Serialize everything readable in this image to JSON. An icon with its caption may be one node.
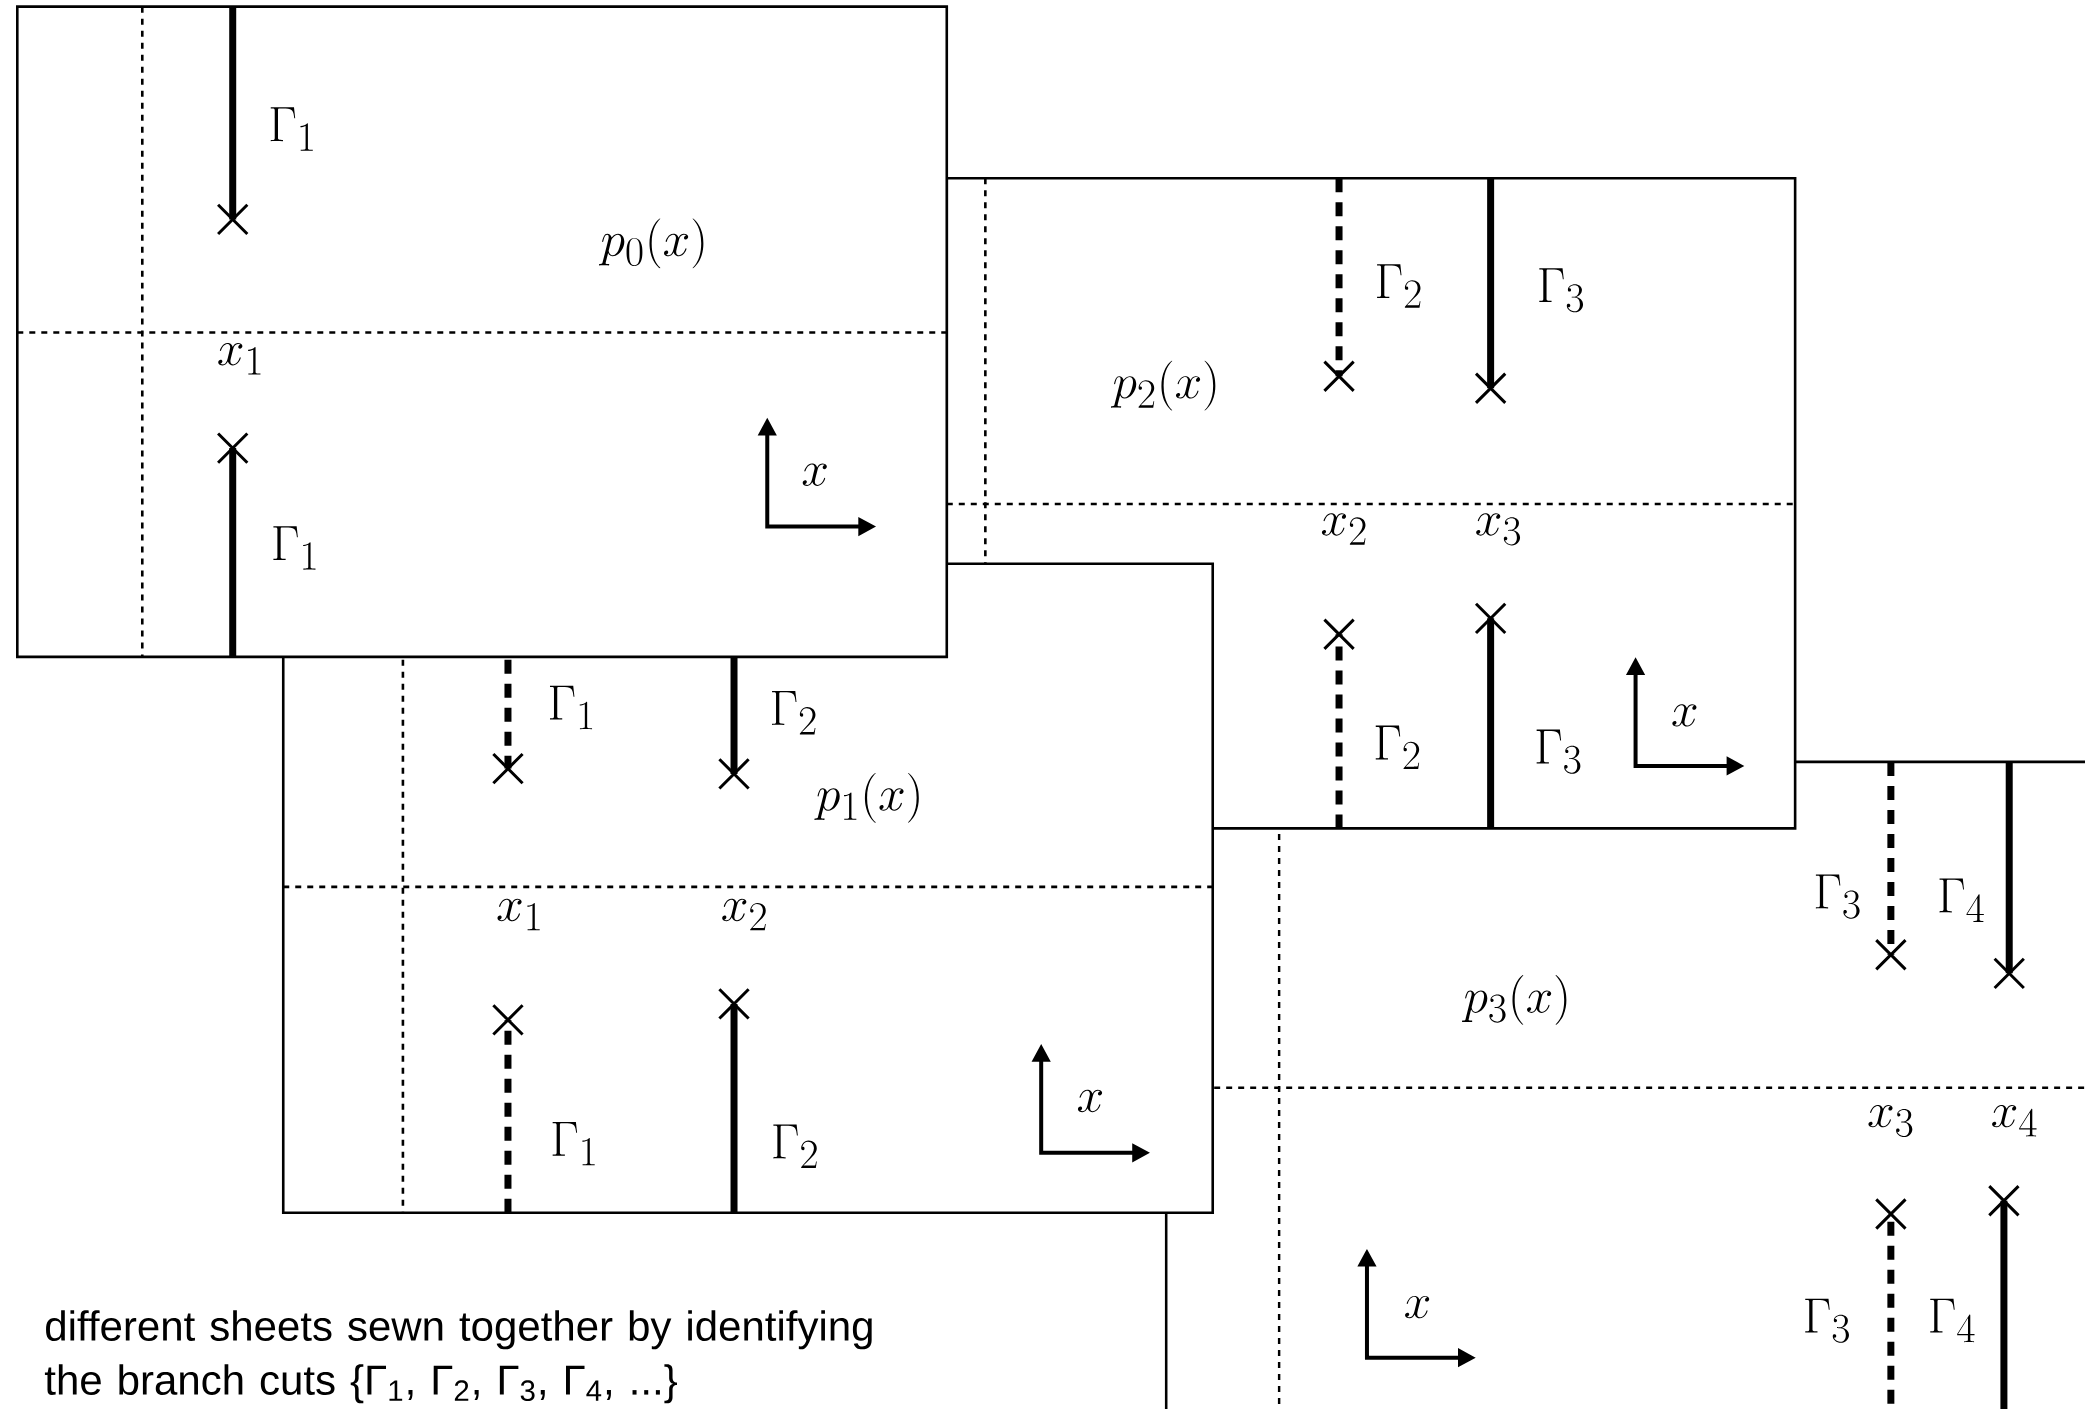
{
  "diagram": {
    "caption": "different sheets sewn together by identifying the branch cuts {Γ$_{1}$, Γ$_{2}$, Γ$_{3}$, Γ$_{4}$, ...}",
    "nodes": [
      {
        "text": [
          "p_0(x)"
        ]
      },
      {
        "text": [
          "p_1(x)"
        ]
      },
      {
        "text": [
          "p_2(x)"
        ]
      },
      {
        "text": [
          "p_3(x)"
        ]
      }
    ],
    "labels": [
      "\\Gamma_1",
      "x_1",
      "\\Gamma_1",
      "x",
      "\\Gamma_1",
      "\\Gamma_2",
      "x_1",
      "x_2",
      "\\Gamma_1",
      "\\Gamma_2",
      "x",
      "\\Gamma_2",
      "\\Gamma_3",
      "x_2",
      "x_3",
      "\\Gamma_2",
      "\\Gamma_3",
      "x",
      "\\Gamma_3",
      "\\Gamma_4",
      "x_3",
      "x_4",
      "\\Gamma_3",
      "\\Gamma_4",
      "x"
    ]
  }
}
